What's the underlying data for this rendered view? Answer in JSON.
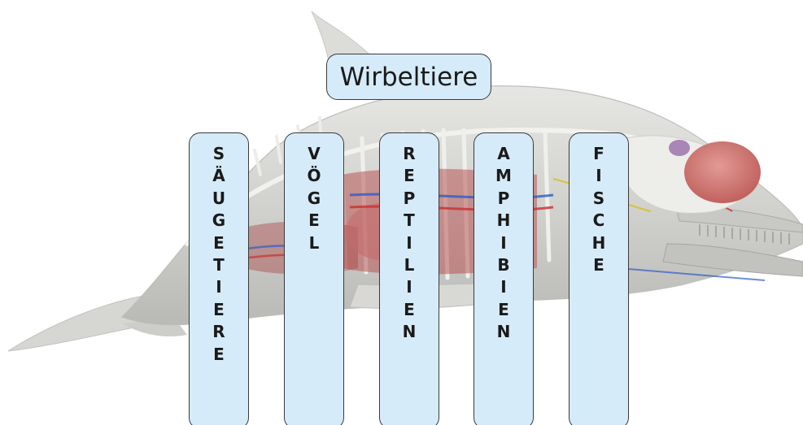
{
  "title": "Wirbeltiere",
  "columns": [
    {
      "id": "saeugetiere",
      "text": "SÄUGETIERE"
    },
    {
      "id": "voegel",
      "text": "VÖGEL"
    },
    {
      "id": "reptilien",
      "text": "REPTILIEN"
    },
    {
      "id": "amphibien",
      "text": "AMPHIBIEN"
    },
    {
      "id": "fische",
      "text": "FISCHE"
    }
  ],
  "colors": {
    "box_fill": "#d6ebf9",
    "box_border": "#3a3a3a",
    "text": "#1a1a1a"
  }
}
